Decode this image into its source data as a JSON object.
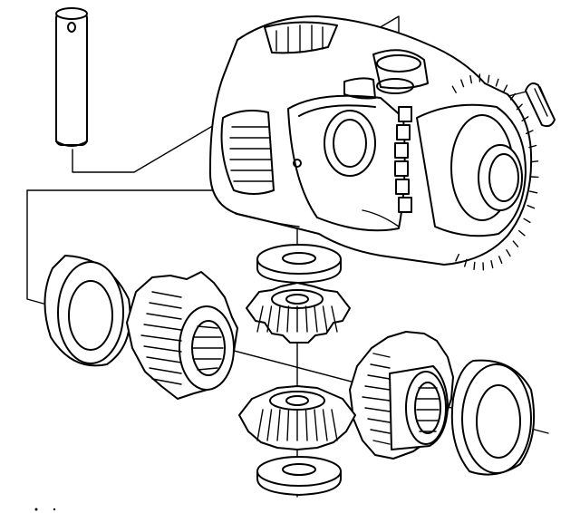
{
  "figure": {
    "kind": "exploded-view line drawing",
    "ink_color": "#000000",
    "background_color": "#ffffff",
    "parts": [
      "cross-shaft-pin",
      "differential-case-with-ring-gear",
      "roll-pin",
      "upper-pinion-thrust-washer",
      "upper-pinion-gear",
      "left-side-gear-thrust-washer",
      "left-side-gear",
      "right-side-gear",
      "right-side-gear-thrust-washer",
      "lower-pinion-gear",
      "lower-pinion-thrust-washer"
    ]
  }
}
